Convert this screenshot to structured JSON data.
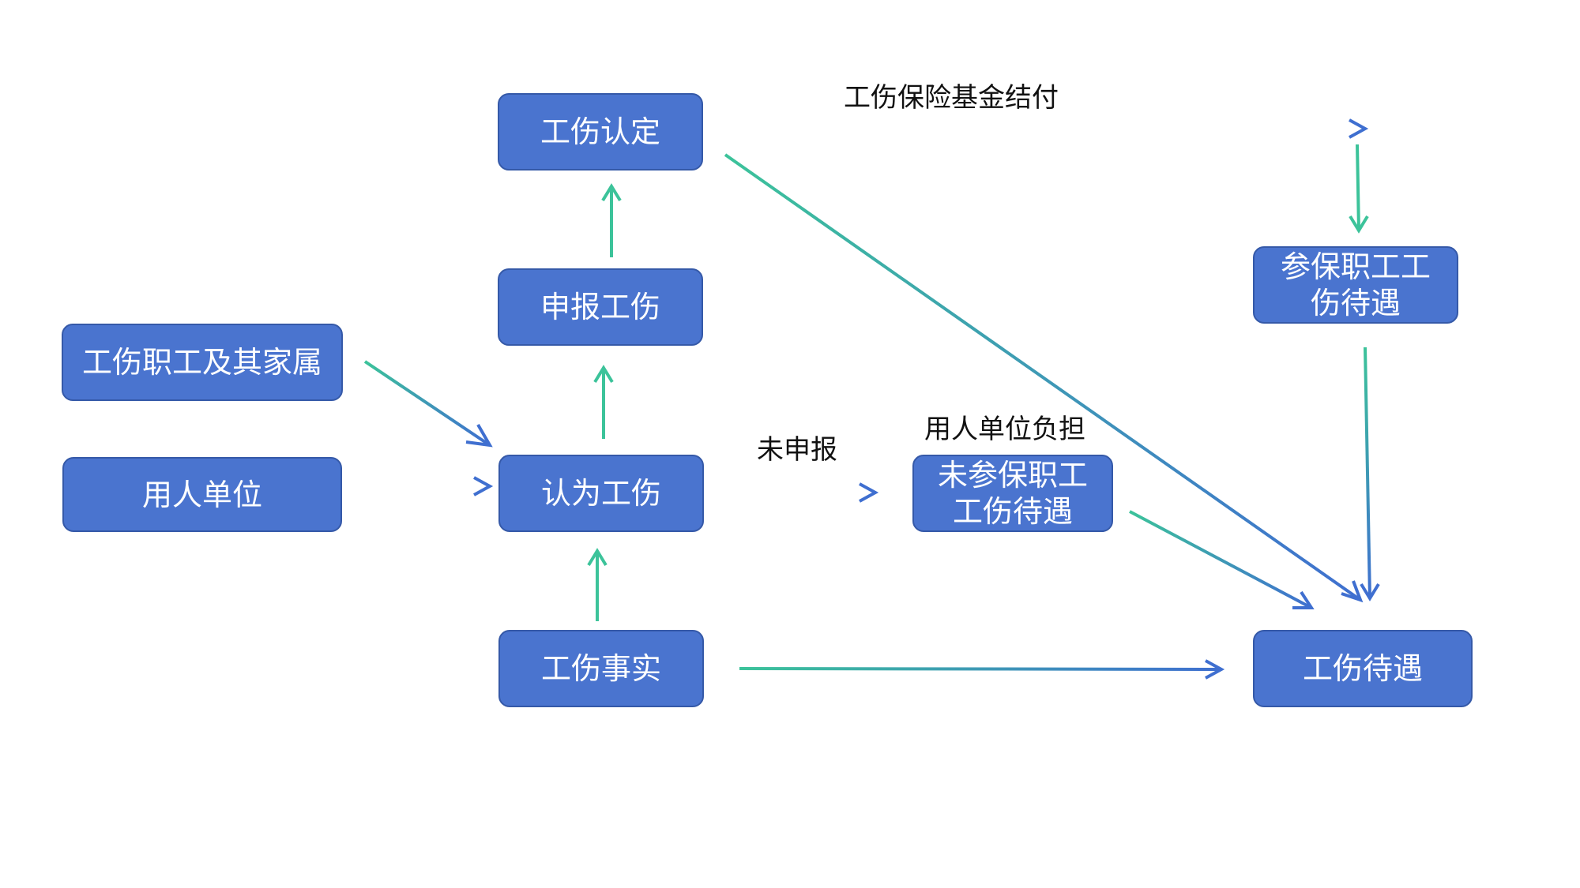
{
  "nodes": {
    "injury_recognition": "工伤认定",
    "declare_injury": "申报工伤",
    "worker_and_family": "工伤职工及其家属",
    "employer": "用人单位",
    "believed_injury": "认为工伤",
    "injury_fact": "工伤事实",
    "unenrolled_benefits": "未参保职工\n工伤待遇",
    "enrolled_benefits": "参保职工工\n伤待遇",
    "injury_benefits": "工伤待遇"
  },
  "labels": {
    "fund_payment": "工伤保险基金结付",
    "not_declared": "未申报",
    "employer_pays": "用人单位负担"
  },
  "colors": {
    "box_fill": "#4a74cf",
    "box_border": "#3559a8",
    "arrow_green": "#3cc39a",
    "arrow_blue": "#3f6fd0"
  }
}
